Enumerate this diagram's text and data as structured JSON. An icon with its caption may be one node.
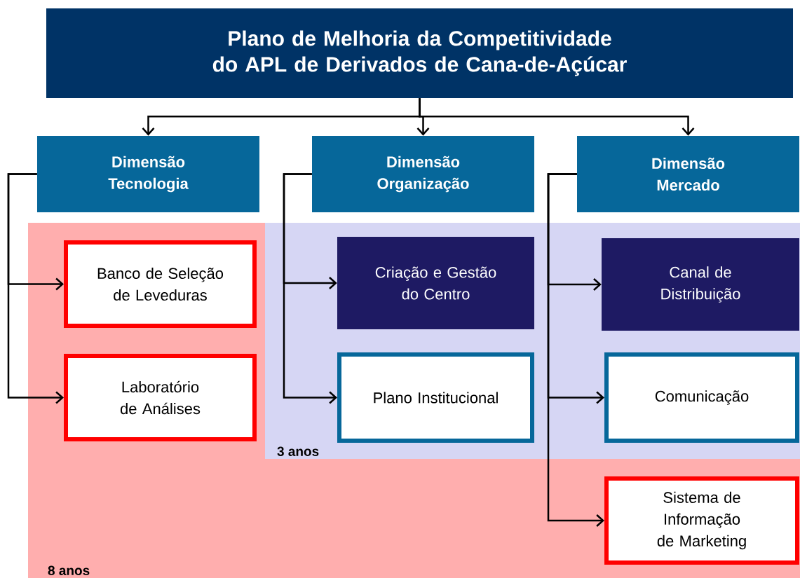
{
  "diagram": {
    "nodes": [
      {
        "text": [
          "Plano de Melhoria da Competitividade do APL de Derivados de Cana-de-Açúcar"
        ]
      },
      {
        "text": [
          "Dimensão Tecnologia"
        ]
      },
      {
        "text": [
          "Dimensão Organização"
        ]
      },
      {
        "text": [
          "Dimensão Mercado"
        ]
      },
      {
        "text": [
          "8 anos"
        ]
      },
      {
        "text": [
          "Banco de Seleção de Leveduras"
        ],
        "in": 4
      },
      {
        "text": [
          "Laboratório de Análises"
        ],
        "in": 4
      },
      {
        "text": [
          "3 anos"
        ],
        "in": 4
      },
      {
        "text": [
          "Criação e Gestão do Centro"
        ],
        "in": 7
      },
      {
        "text": [
          "Plano Institucional"
        ],
        "in": 7
      },
      {
        "text": [
          "Canal de Distribuição"
        ],
        "in": 7
      },
      {
        "text": [
          "Comunicação"
        ],
        "in": 7
      },
      {
        "text": [
          "Sistema de Informação de Marketing"
        ],
        "in": 4
      }
    ],
    "edges": [
      {
        "from": 0,
        "to": 1,
        "arrow": "to"
      },
      {
        "from": 0,
        "to": 2,
        "arrow": "to"
      },
      {
        "from": 0,
        "to": 3,
        "arrow": "to"
      },
      {
        "from": 1,
        "to": 5,
        "arrow": "to"
      },
      {
        "from": 1,
        "to": 6,
        "arrow": "to"
      },
      {
        "from": 2,
        "to": 8,
        "arrow": "to"
      },
      {
        "from": 2,
        "to": 9,
        "arrow": "to"
      },
      {
        "from": 3,
        "to": 10,
        "arrow": "to"
      },
      {
        "from": 3,
        "to": 11,
        "arrow": "to"
      },
      {
        "from": 3,
        "to": 12,
        "arrow": "to"
      }
    ]
  }
}
